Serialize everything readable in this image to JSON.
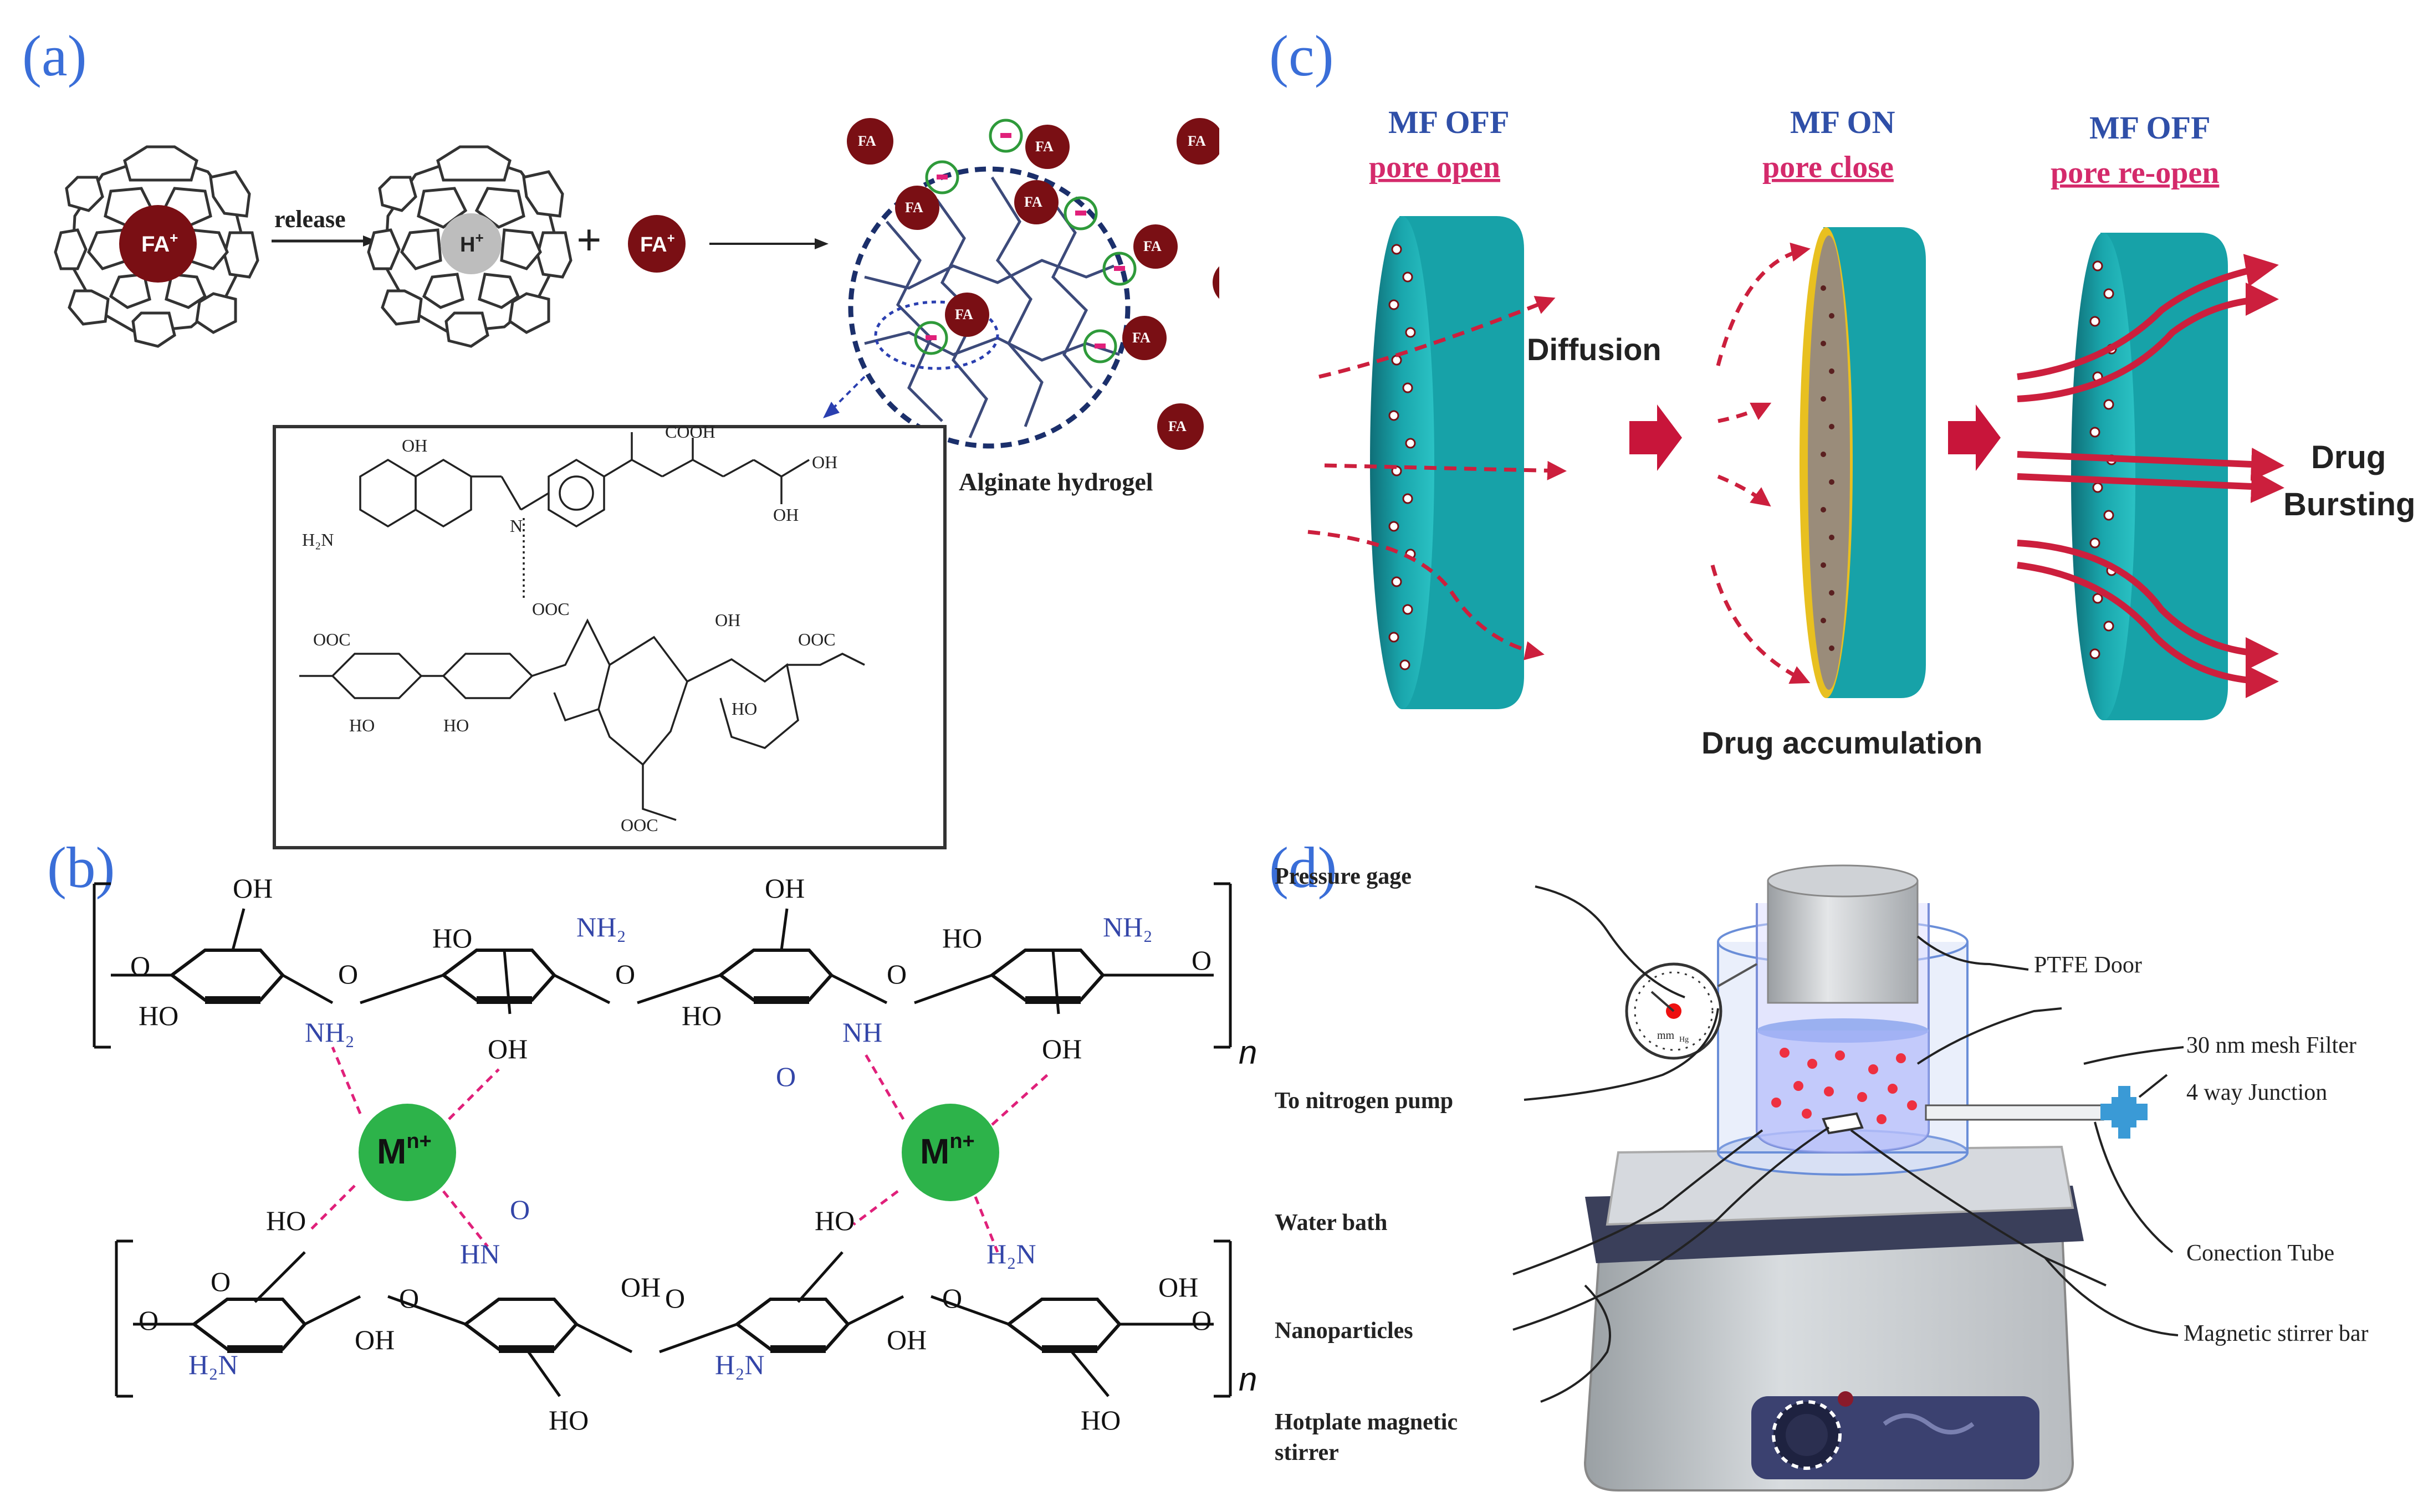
{
  "panels": {
    "a": {
      "label": "(a)",
      "release": "release",
      "fa": "FA",
      "sup_plus": "+",
      "h": "H",
      "plus": "+",
      "minus": "-",
      "alginate": "Alginate hydrogel",
      "chem": {
        "oh": "OH",
        "cooh": "COOH",
        "h2n": "H₂N",
        "n": "N",
        "h": "H",
        "nh": "N",
        "ho": "HO",
        "coo": "OOC",
        "o": "O"
      }
    },
    "b": {
      "label": "(b)",
      "oh": "OH",
      "ho": "HO",
      "nh2": "NH₂",
      "h2n": "H₂N",
      "nh": "NH",
      "hn": "HN",
      "o": "O",
      "n": "n",
      "metal": "M",
      "metal_sup": "n+"
    },
    "c": {
      "label": "(c)",
      "state1_title": "MF OFF",
      "state1_sub": "pore open",
      "state2_title": "MF ON",
      "state2_sub": "pore close",
      "state3_title": "MF OFF",
      "state3_sub": "pore re-open",
      "diffusion": "Diffusion",
      "accumulation": "Drug accumulation",
      "bursting1": "Drug",
      "bursting2": "Bursting",
      "colors": {
        "title": "#2f4fa8",
        "sub": "#d42a6b",
        "disc": "#17a2a8",
        "arrow": "#cc1f3d"
      }
    },
    "d": {
      "label": "(d)",
      "pressure": "Pressure gage",
      "nitrogen": "To nitrogen pump",
      "water": "Water bath",
      "nano": "Nanoparticles",
      "hotplate1": "Hotplate magnetic",
      "hotplate2": "stirrer",
      "ptfe": "PTFE Door",
      "mesh": "30 nm mesh Filter",
      "junction": "4 way Junction",
      "tube": "Conection Tube",
      "stirbar": "Magnetic stirrer bar",
      "gauge_unit": "mm",
      "gauge_sub": "Hg"
    }
  }
}
